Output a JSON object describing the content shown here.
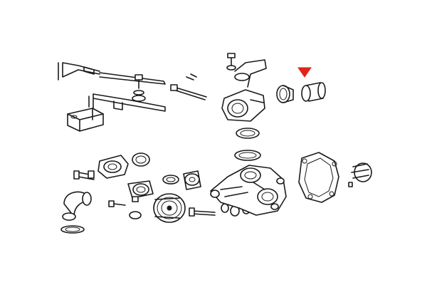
{
  "diagram": {
    "accent_color": "#e2231a",
    "line_color": "#1a1a1a",
    "background_color": "#ffffff",
    "parts": [
      {
        "name": "coolant-pipe"
      },
      {
        "name": "pipe-bracket"
      },
      {
        "name": "thermostat-housing"
      },
      {
        "name": "hose-clamp"
      },
      {
        "name": "coolant-hose"
      },
      {
        "name": "water-pump"
      },
      {
        "name": "pump-gasket"
      },
      {
        "name": "pulley"
      },
      {
        "name": "elbow-hose"
      },
      {
        "name": "sealing-rings"
      },
      {
        "name": "bolts"
      }
    ],
    "highlighted_part": "coolant-hose",
    "indicator": "red-arrow-icon"
  }
}
